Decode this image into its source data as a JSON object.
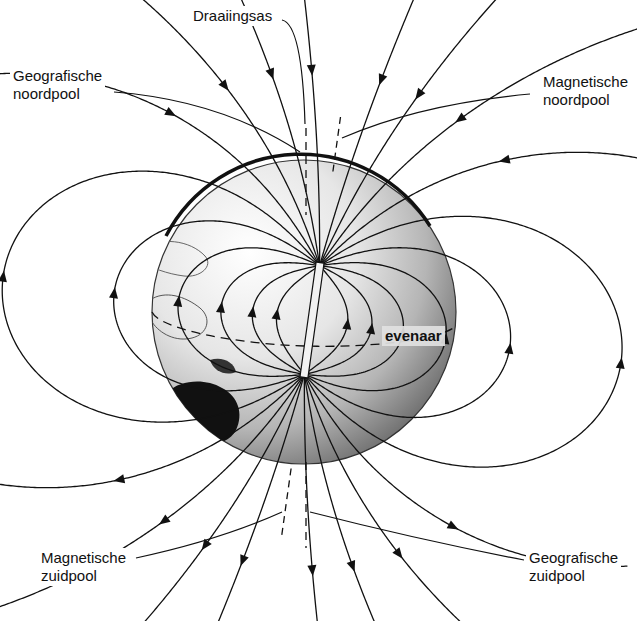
{
  "diagram": {
    "labels": [
      "Draaiingsas",
      "Geografische noordpool",
      "Magnetische noordpool",
      "evenaar",
      "Magnetische zuidpool",
      "Geografische zuidpool"
    ]
  }
}
